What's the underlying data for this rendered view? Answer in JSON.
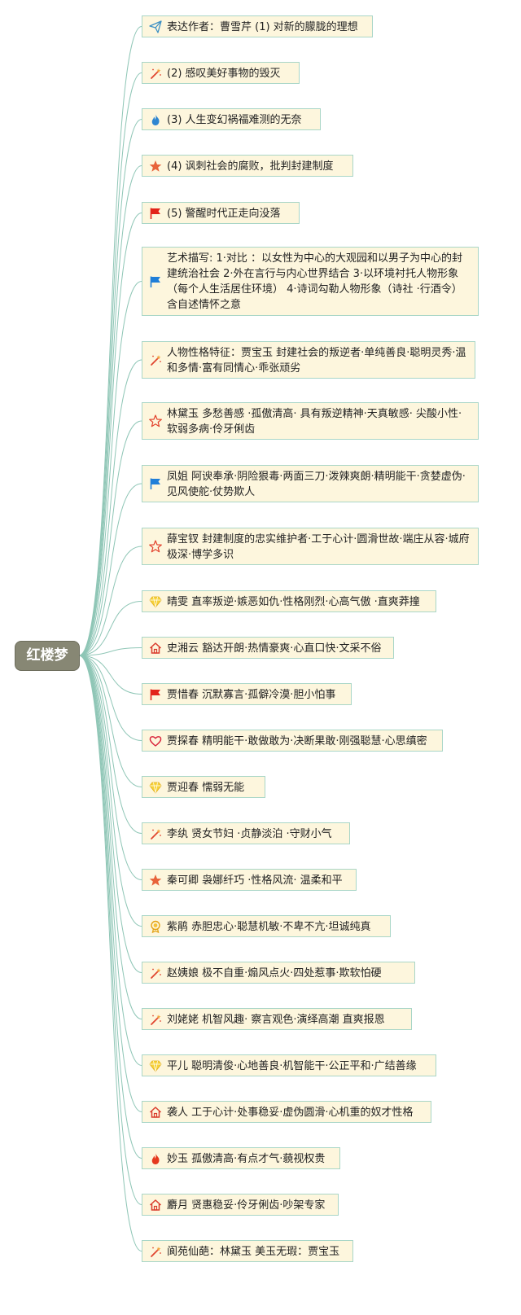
{
  "root": {
    "label": "红楼梦"
  },
  "nodes": [
    {
      "icon": "paper-plane-icon",
      "text": "表达作者：曹雪芹 (1) 对新的朦胧的理想"
    },
    {
      "icon": "magic-wand-icon",
      "text": "(2) 感叹美好事物的毁灭"
    },
    {
      "icon": "flame-icon",
      "text": "(3) 人生变幻祸福难测的无奈"
    },
    {
      "icon": "star-icon",
      "text": "(4) 讽刺社会的腐败，批判封建制度"
    },
    {
      "icon": "red-flag-icon",
      "text": "(5) 警醒时代正走向没落"
    },
    {
      "icon": "blue-flag-icon",
      "text": "艺术描写: 1·对比 ：以女性为中心的大观园和以男子为中心的封建统治社会 2·外在言行与内心世界结合 3·以环境衬托人物形象（每个人生活居住环境） 4·诗词勾勒人物形象（诗社 ·行酒令）含自述情怀之意"
    },
    {
      "icon": "magic-wand-icon",
      "text": "人物性格特征：贾宝玉 封建社会的叛逆者·单纯善良·聪明灵秀·温和多情·富有同情心·乖张顽劣"
    },
    {
      "icon": "star-outline-icon",
      "text": "林黛玉 多愁善感 ·孤傲清高· 具有叛逆精神·天真敏感· 尖酸小性·软弱多病·伶牙俐齿"
    },
    {
      "icon": "blue-flag-icon",
      "text": "凤姐 阿谀奉承·阴险狠毒·两面三刀·泼辣爽朗·精明能干·贪婪虚伪·见风使舵·仗势欺人"
    },
    {
      "icon": "star-outline-icon",
      "text": "薛宝钗 封建制度的忠实维护者·工于心计·圆滑世故·端庄从容·城府极深·博学多识"
    },
    {
      "icon": "diamond-icon",
      "text": "晴雯 直率叛逆·嫉恶如仇·性格刚烈·心高气傲 ·直爽莽撞"
    },
    {
      "icon": "house-icon",
      "text": "史湘云 豁达开朗·热情豪爽·心直口快·文采不俗"
    },
    {
      "icon": "red-flag-icon",
      "text": "贾惜春 沉默寡言·孤僻冷漠·胆小怕事"
    },
    {
      "icon": "heart-outline-icon",
      "text": "贾探春 精明能干·敢做敢为·决断果敢·刚强聪慧·心思缜密"
    },
    {
      "icon": "diamond-icon",
      "text": "贾迎春 懦弱无能"
    },
    {
      "icon": "magic-wand-icon",
      "text": "李纨 贤女节妇 ·贞静淡泊 ·守财小气"
    },
    {
      "icon": "star-icon",
      "text": "秦可卿 袅娜纤巧 ·性格风流· 温柔和平"
    },
    {
      "icon": "medal-icon",
      "text": "紫鹃 赤胆忠心·聪慧机敏·不卑不亢·坦诚纯真"
    },
    {
      "icon": "magic-wand-icon",
      "text": "赵姨娘 极不自重·煽风点火·四处惹事·欺软怕硬"
    },
    {
      "icon": "magic-wand-icon",
      "text": "刘姥姥 机智风趣· 察言观色·演绎高潮 直爽报恩"
    },
    {
      "icon": "diamond-icon",
      "text": "平儿 聪明清俊·心地善良·机智能干·公正平和·广结善缘"
    },
    {
      "icon": "house-icon",
      "text": "袭人 工于心计·处事稳妥·虚伪圆滑·心机重的奴才性格"
    },
    {
      "icon": "flame-red-icon",
      "text": "妙玉 孤傲清高·有点才气·藐视权贵"
    },
    {
      "icon": "house-icon",
      "text": "麝月 贤惠稳妥·伶牙俐齿·吵架专家"
    },
    {
      "icon": "magic-wand-icon",
      "text": "阆苑仙葩：林黛玉 美玉无瑕：贾宝玉"
    }
  ]
}
